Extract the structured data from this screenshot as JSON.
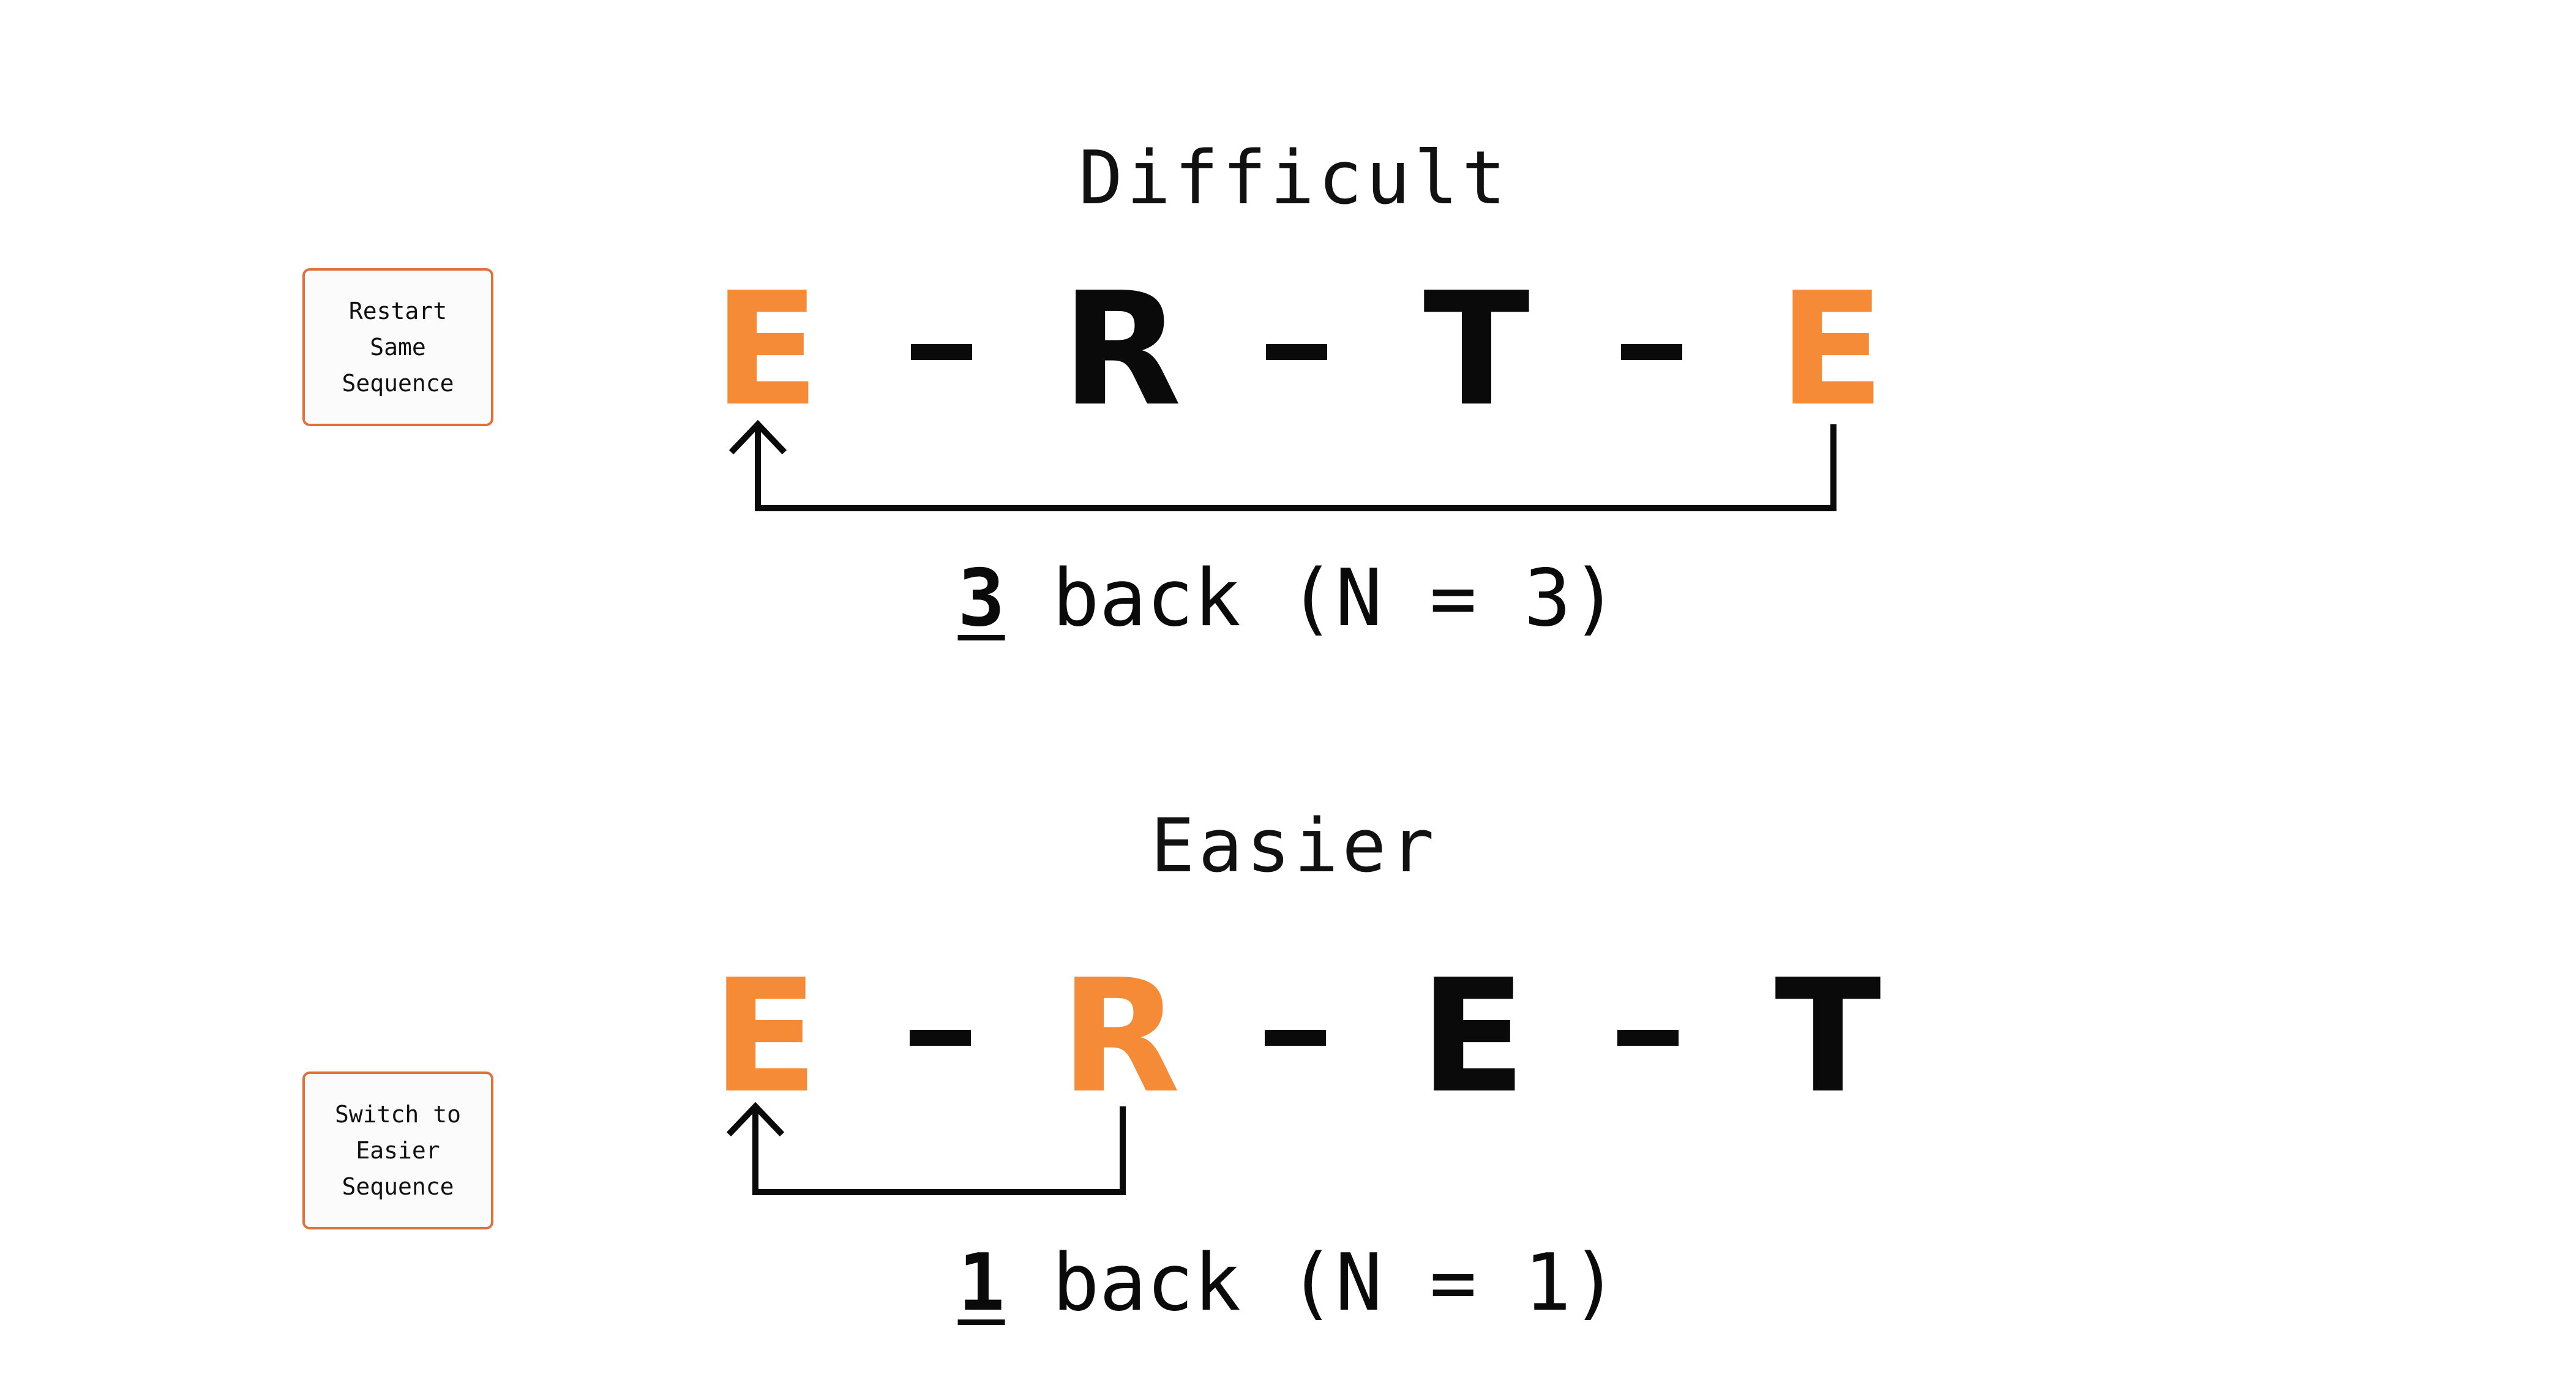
{
  "buttons": {
    "restart": [
      "Restart",
      "Same",
      "Sequence"
    ],
    "easier": [
      "Switch to",
      "Easier",
      "Sequence"
    ]
  },
  "difficult": {
    "title": "Difficult",
    "sequence": [
      {
        "char": "E",
        "highlight": true
      },
      {
        "char": "R",
        "highlight": false
      },
      {
        "char": "T",
        "highlight": false
      },
      {
        "char": "E",
        "highlight": true
      }
    ],
    "caption_num": "3",
    "caption_rest": " back (N = 3)"
  },
  "easier": {
    "title": "Easier",
    "sequence": [
      {
        "char": "E",
        "highlight": true
      },
      {
        "char": "R",
        "highlight": true
      },
      {
        "char": "E",
        "highlight": false
      },
      {
        "char": "T",
        "highlight": false
      }
    ],
    "caption_num": "1",
    "caption_rest": " back (N = 1)"
  },
  "colors": {
    "highlight": "#f58a37",
    "text": "#0a0a0a",
    "button_border": "#e2703a"
  }
}
